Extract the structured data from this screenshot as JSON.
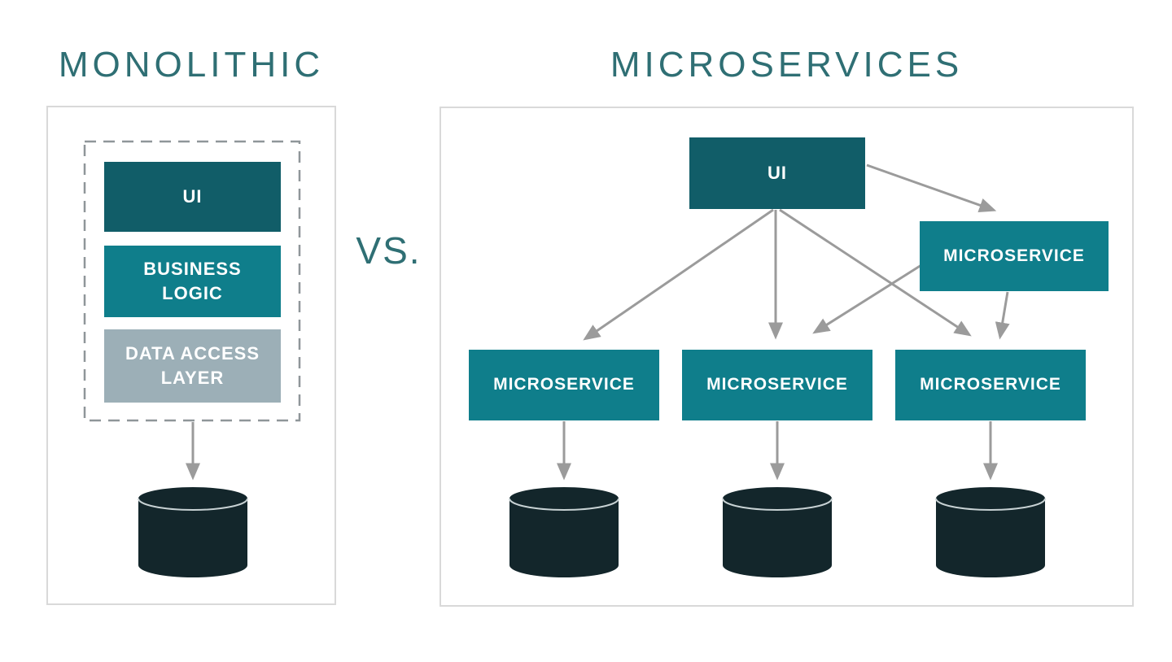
{
  "colors": {
    "title": "#2f6f74",
    "dark_teal": "#115d68",
    "teal": "#0f7e8b",
    "gray_blue": "#9cafb7",
    "database": "#13262b",
    "db_rim": "#c8d2d4",
    "arrow": "#9b9b9b",
    "panel_border": "#d9d9d9",
    "dashed_border": "#8f9699",
    "label_text": "#ffffff"
  },
  "vs_label": "VS.",
  "monolithic": {
    "title": "MONOLITHIC",
    "layers": [
      {
        "label": "UI"
      },
      {
        "label": "BUSINESS LOGIC"
      },
      {
        "label": "DATA ACCESS LAYER"
      }
    ],
    "database_count": 1
  },
  "microservices": {
    "title": "MICROSERVICES",
    "ui_label": "UI",
    "boxes": [
      "MICROSERVICE",
      "MICROSERVICE",
      "MICROSERVICE",
      "MICROSERVICE"
    ],
    "database_count": 3
  }
}
